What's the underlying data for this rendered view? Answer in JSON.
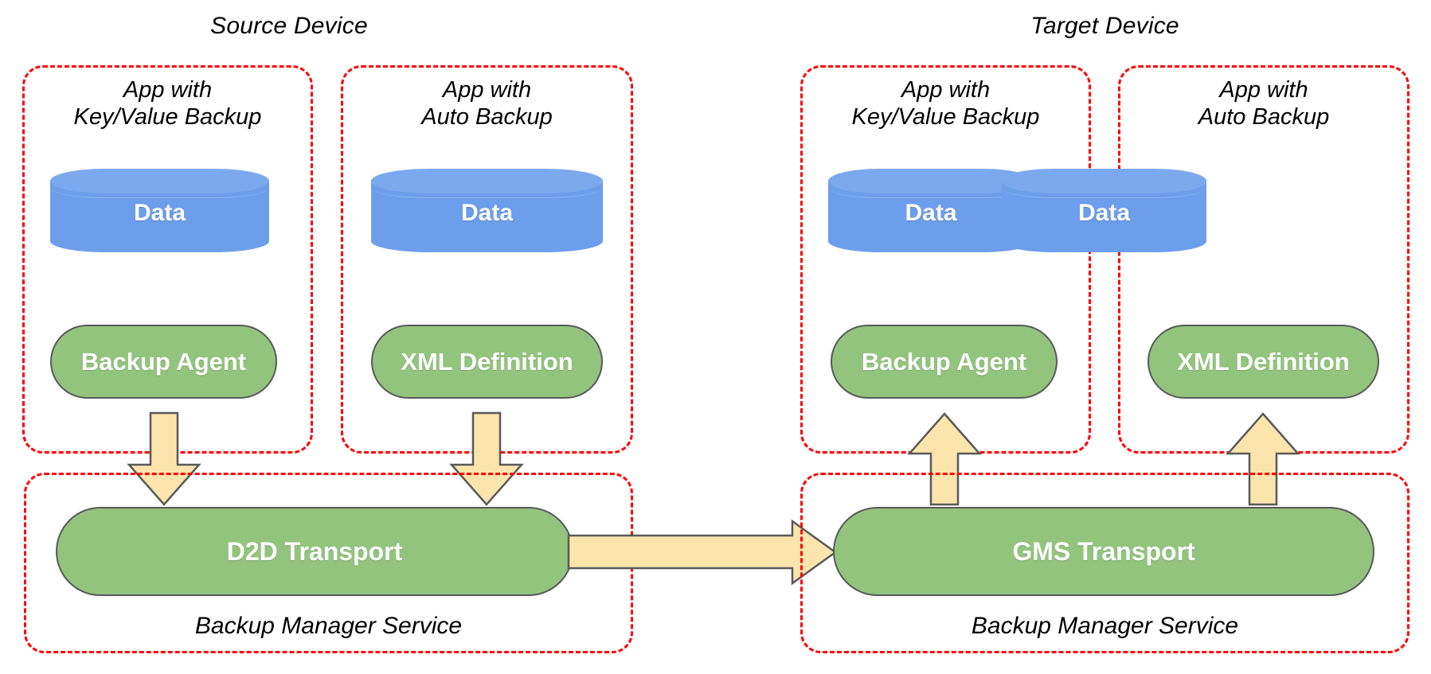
{
  "diagram": {
    "title_source": "Source Device",
    "title_target": "Target Device",
    "colors": {
      "panel_border": "#ff0000",
      "data_fill": "#6d9eeb",
      "box_fill": "#93c47d",
      "box_border": "#595959",
      "arrow_fill": "#fce5ad",
      "arrow_border": "#595959",
      "text_dark": "#000000",
      "text_light": "#ffffff"
    },
    "devices": [
      {
        "name": "Source Device",
        "apps": [
          {
            "label_line1": "App with",
            "label_line2": "Key/Value Backup",
            "data_label": "Data",
            "mechanism_label": "Backup Agent",
            "arrow_direction": "down"
          },
          {
            "label_line1": "App with",
            "label_line2": "Auto Backup",
            "data_label": "Data",
            "mechanism_label": "XML Definition",
            "arrow_direction": "down"
          }
        ],
        "service": {
          "transport_label": "D2D Transport",
          "service_label": "Backup Manager Service"
        }
      },
      {
        "name": "Target Device",
        "apps": [
          {
            "label_line1": "App with",
            "label_line2": "Key/Value Backup",
            "data_label": "Data",
            "mechanism_label": "Backup Agent",
            "arrow_direction": "up"
          },
          {
            "label_line1": "App with",
            "label_line2": "Auto Backup",
            "data_label": "Data",
            "mechanism_label": "XML Definition",
            "arrow_direction": "up"
          }
        ],
        "service": {
          "transport_label": "GMS Transport",
          "service_label": "Backup Manager Service"
        }
      }
    ],
    "transfer_arrow": {
      "from": "D2D Transport",
      "to": "GMS Transport",
      "direction": "right"
    }
  }
}
